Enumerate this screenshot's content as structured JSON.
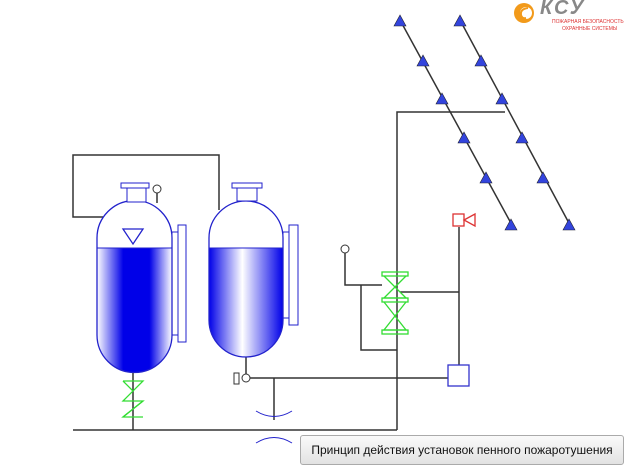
{
  "logo": {
    "main": "КСУ",
    "line1": "ПОЖАРНАЯ БЕЗОПАСНОСТЬ",
    "line2": "ОХРАННЫЕ СИСТЕМЫ"
  },
  "button": {
    "label": "Принцип действия установок пенного пожаротушения"
  },
  "colors": {
    "tank": "#0000e0",
    "valve": "#33dd33",
    "siren": "#dd3333",
    "pipe": "#333333"
  }
}
